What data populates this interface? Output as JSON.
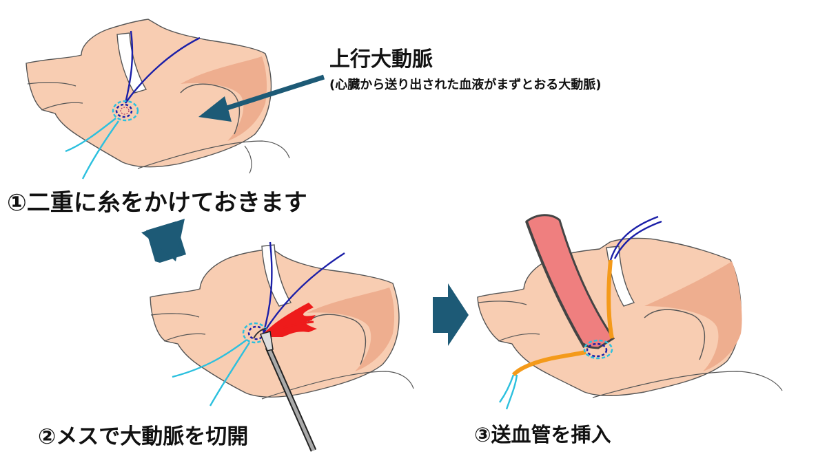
{
  "labels": {
    "title": "上行大動脈",
    "subtitle": "(心臓から送り出された血液がまずとおる大動脈)",
    "step1": "①二重に糸をかけておきます",
    "step2": "②メスで大動脈を切開",
    "step3": "③送血管を挿入"
  },
  "colors": {
    "heart": "#f8cdb2",
    "heart_shadow": "#eeae8f",
    "outline": "#555555",
    "suture_blue": "#1b1fa8",
    "suture_cyan": "#2cc0de",
    "arrow": "#1d5a76",
    "blood": "#ee1b1b",
    "cannula": "#ef7f7f",
    "cannula_edge": "#444444",
    "tube": "#f49a1a",
    "scalpel": "#aaaaaa"
  },
  "icons": [
    "pointer-arrow",
    "step-arrow-icon",
    "scalpel-icon"
  ]
}
